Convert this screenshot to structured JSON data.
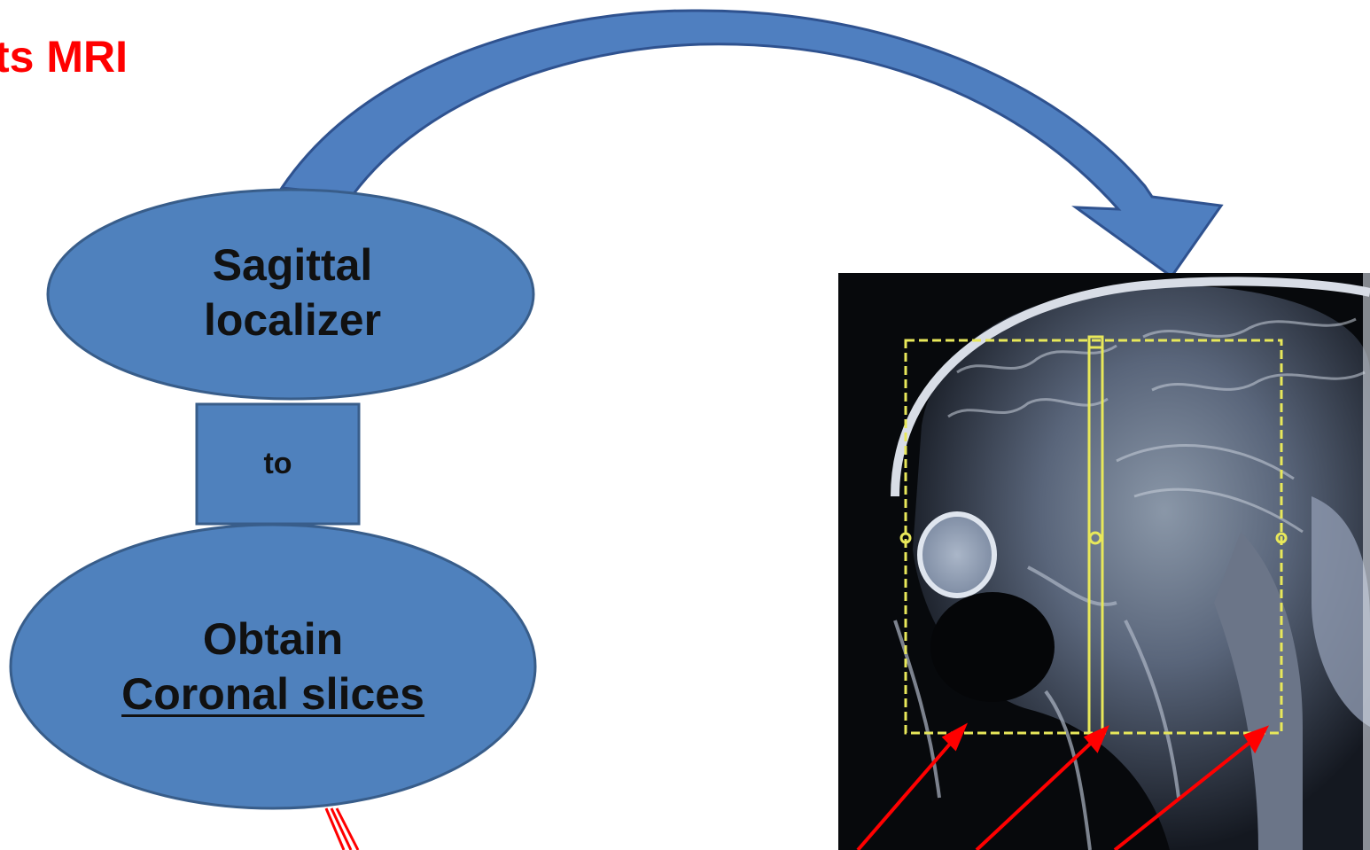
{
  "slide": {
    "title": "ts MRI",
    "title_color": "#ff0000"
  },
  "flow": {
    "node1_line1": "Sagittal",
    "node1_line2": "localizer",
    "link_label": "to",
    "node2_line1": "Obtain",
    "node2_line2": "Coronal slices"
  },
  "colors": {
    "shape_fill": "#4f81bd",
    "shape_stroke": "#385d8a",
    "arrow_fill": "#4f7fc0",
    "arrow_stroke": "#2f528f",
    "annotation": "#ff0000",
    "localizer_lines": "#e8e85a"
  },
  "image": {
    "description_icon": "mri-sagittal-brain-image"
  }
}
